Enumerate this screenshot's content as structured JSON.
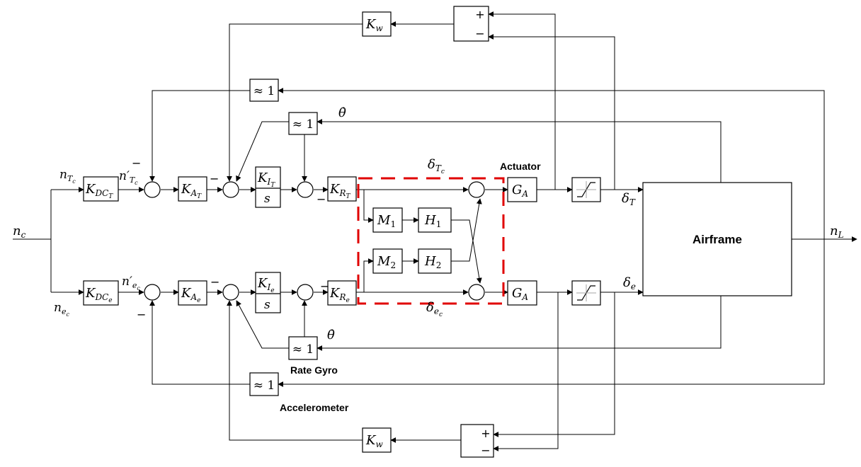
{
  "input": {
    "main": "n",
    "main_sub": "c",
    "top": "n",
    "top_sub": "T",
    "top_subsub": "c",
    "bottom": "n",
    "bottom_sub": "e",
    "bottom_subsub": "c"
  },
  "output": {
    "main": "n",
    "main_sub": "L"
  },
  "blocks": {
    "kdct": {
      "main": "K",
      "sub": "DC",
      "subsub": "T"
    },
    "kdce": {
      "main": "K",
      "sub": "DC",
      "subsub": "e"
    },
    "kat": {
      "main": "K",
      "sub": "A",
      "subsub": "T"
    },
    "kae": {
      "main": "K",
      "sub": "A",
      "subsub": "e"
    },
    "kit": {
      "main": "K",
      "sub": "I",
      "subsub": "T",
      "den": "s"
    },
    "kie": {
      "main": "K",
      "sub": "I",
      "subsub": "e",
      "den": "s"
    },
    "krt": {
      "main": "K",
      "sub": "R",
      "subsub": "T"
    },
    "kre": {
      "main": "K",
      "sub": "R",
      "subsub": "e"
    },
    "m1": {
      "main": "M",
      "sub": "1"
    },
    "m2": {
      "main": "M",
      "sub": "2"
    },
    "h1": {
      "main": "H",
      "sub": "1"
    },
    "h2": {
      "main": "H",
      "sub": "2"
    },
    "ga_top": {
      "main": "G",
      "sub": "A"
    },
    "ga_bottom": {
      "main": "G",
      "sub": "A"
    },
    "kw_top": {
      "main": "K",
      "sub": "w"
    },
    "kw_bottom": {
      "main": "K",
      "sub": "w"
    },
    "approx": "≈ 1",
    "airframe": "Airframe"
  },
  "signals": {
    "nt_prime": "n′",
    "nt_prime_sub": "T",
    "nt_prime_subsub": "c",
    "ne_prime": "n′",
    "ne_prime_sub": "e",
    "ne_prime_subsub": "c",
    "delta": "δ",
    "delta_tc_sub": "T",
    "delta_tc_subsub": "c",
    "delta_ec_sub": "e",
    "delta_ec_subsub": "c",
    "delta_t_sub": "T",
    "delta_e_sub": "e",
    "theta_dot": "θ̇"
  },
  "labels": {
    "actuator": "Actuator",
    "rate_gyro": "Rate Gyro",
    "accelerometer": "Accelerometer"
  },
  "signs": {
    "plus": "+",
    "minus": "−"
  },
  "colors": {
    "decoupler_border": "#e00000",
    "line": "#000000"
  }
}
